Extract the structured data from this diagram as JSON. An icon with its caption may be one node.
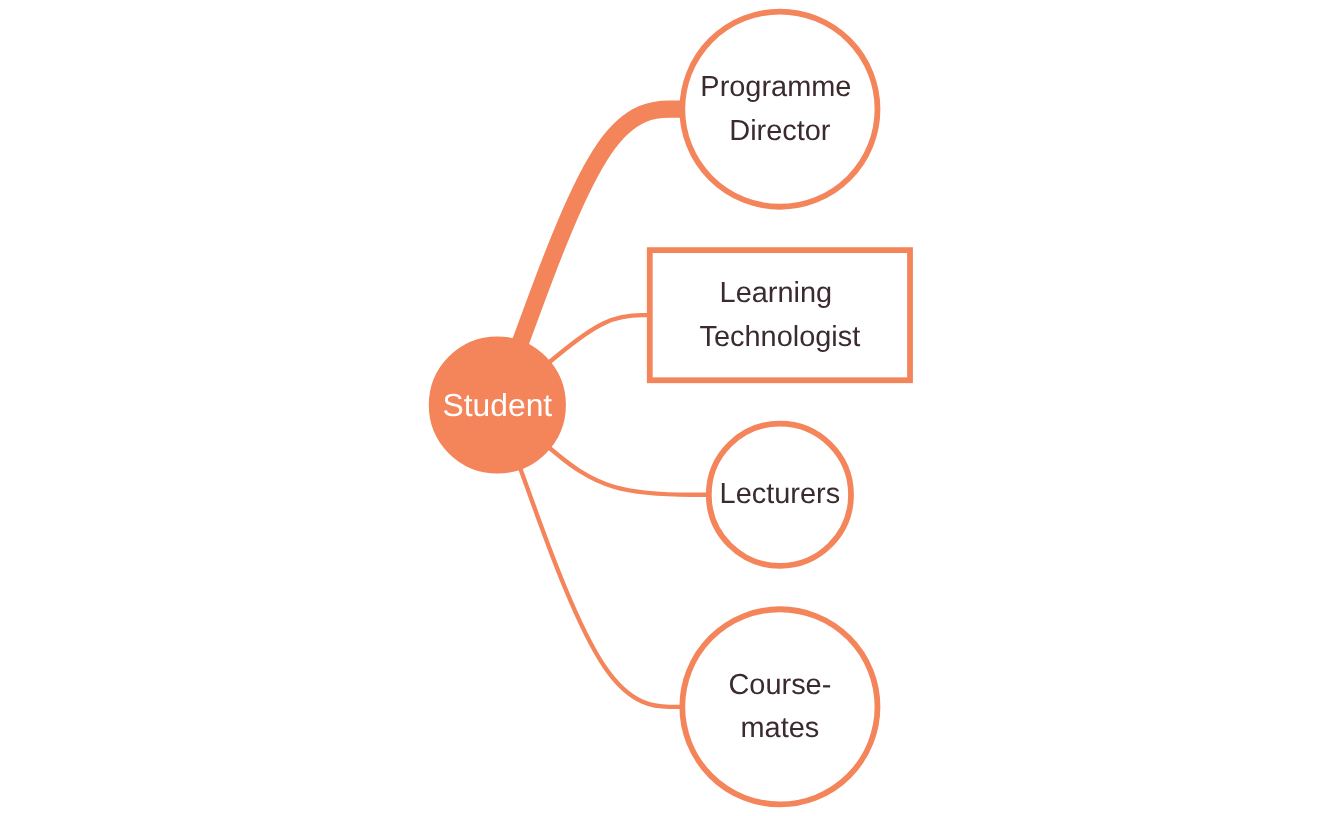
{
  "diagram": {
    "nodes": [
      {
        "text": [
          "Student"
        ]
      },
      {
        "text": [
          "Programme Director"
        ]
      },
      {
        "text": [
          "Learning Technologist"
        ]
      },
      {
        "text": [
          "Lecturers"
        ]
      },
      {
        "text": [
          "Course-mates"
        ]
      }
    ],
    "edges": [
      {
        "from": 0,
        "to": 1,
        "arrow": "none",
        "style": "thick"
      },
      {
        "from": 0,
        "to": 2,
        "arrow": "none"
      },
      {
        "from": 0,
        "to": 3,
        "arrow": "none"
      },
      {
        "from": 0,
        "to": 4,
        "arrow": "none"
      }
    ]
  }
}
